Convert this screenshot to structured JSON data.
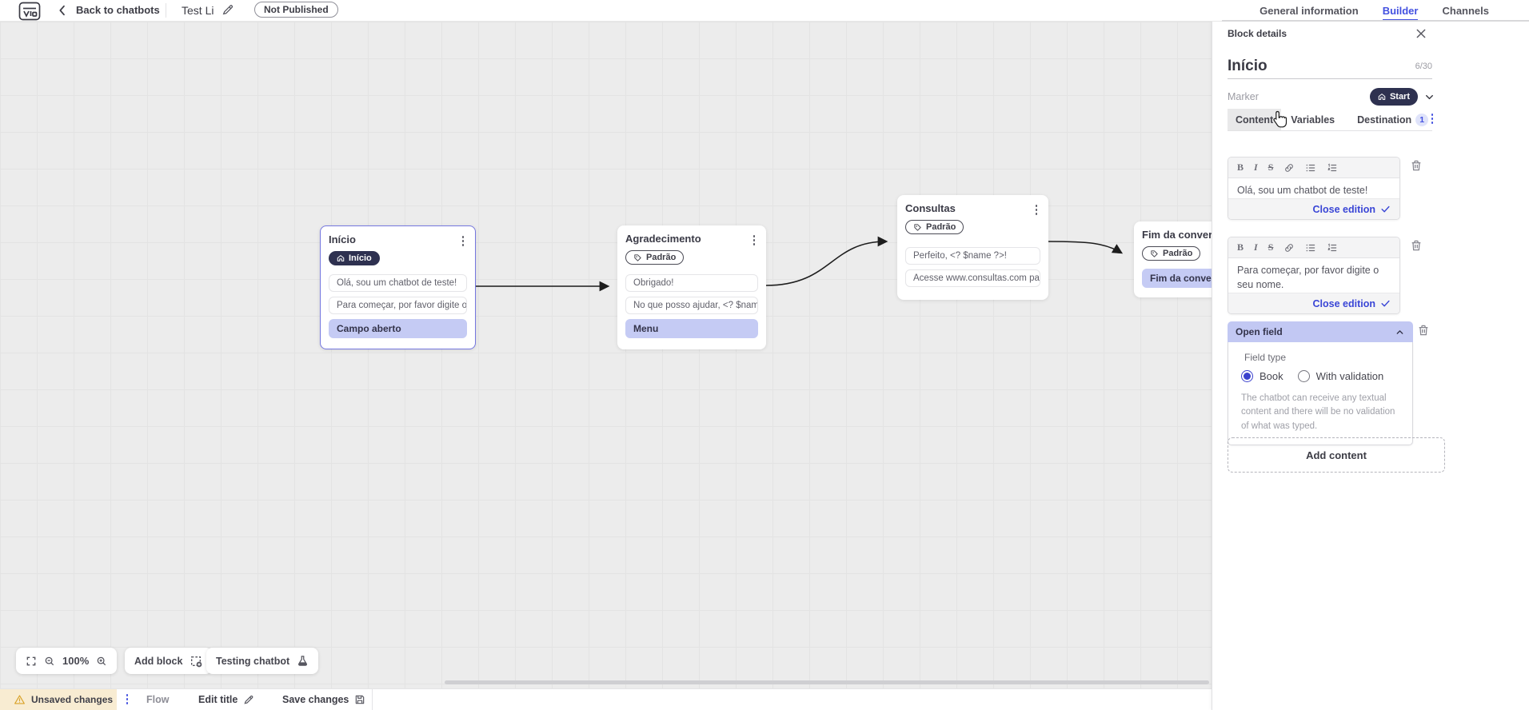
{
  "topbar": {
    "back_label": "Back to chatbots",
    "title": "Test Li",
    "status_badge": "Not Published",
    "tabs": [
      {
        "label": "General information",
        "active": false
      },
      {
        "label": "Builder",
        "active": true
      },
      {
        "label": "Channels",
        "active": false
      }
    ]
  },
  "canvas": {
    "blocks": [
      {
        "title": "Início",
        "badge": "Início",
        "rows": [
          {
            "text": "Olá, sou um chatbot de teste!"
          },
          {
            "text": "Para começar, por favor digite o ..."
          },
          {
            "text": "Campo aberto"
          }
        ]
      },
      {
        "title": "Agradecimento",
        "badge": "Padrão",
        "rows": [
          {
            "text": "Obrigado!"
          },
          {
            "text": "No que posso ajudar, <? $name ..."
          },
          {
            "text": "Menu"
          }
        ]
      },
      {
        "title": "Consultas",
        "badge": "Padrão",
        "rows": [
          {
            "text": "Perfeito, <? $name ?>!"
          },
          {
            "text": "Acesse www.consultas.com par..."
          }
        ]
      },
      {
        "title": "Fim da conversa",
        "badge": "Padrão",
        "rows": [
          {
            "text": "Fim da conversa"
          }
        ]
      }
    ],
    "toolbar": {
      "zoom_level": "100%",
      "add_block_label": "Add block",
      "testing_label": "Testing chatbot"
    }
  },
  "panel": {
    "header": "Block details",
    "title": "Início",
    "counter": "6/30",
    "marker_label": "Marker",
    "marker_value": "Start",
    "tabs": [
      {
        "label": "Content",
        "active": true
      },
      {
        "label": "Variables",
        "active": false
      },
      {
        "label": "Destination",
        "badge": "1",
        "active": false
      }
    ],
    "editors": [
      {
        "text": "Olá, sou um chatbot de teste!",
        "action_label": "Close edition"
      },
      {
        "text": "Para começar, por favor digite o seu nome.",
        "action_label": "Close edition"
      }
    ],
    "open_field": {
      "title": "Open field",
      "field_type_label": "Field type",
      "options": [
        {
          "label": "Book",
          "selected": true
        },
        {
          "label": "With validation",
          "selected": false
        }
      ],
      "description": "The chatbot can receive any textual content and there will be no validation of what was typed."
    },
    "add_content_label": "Add content"
  },
  "statusbar": {
    "unsaved_label": "Unsaved changes",
    "flow_label": "Flow",
    "edit_title_label": "Edit title",
    "save_label": "Save changes"
  },
  "colors": {
    "accent": "#4250e0",
    "navy_pill": "#2e3150",
    "highlight_row": "#c5cbf4",
    "warning_bg": "#f8ecd2",
    "canvas_bg": "#ececec"
  }
}
